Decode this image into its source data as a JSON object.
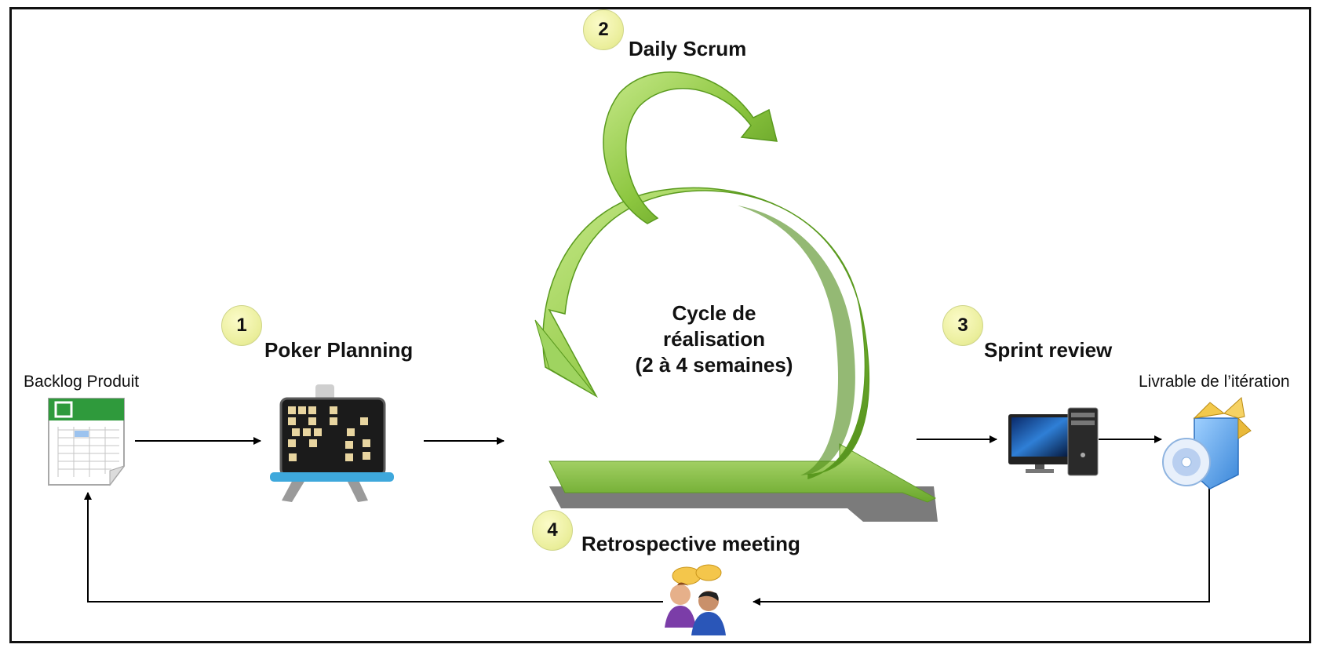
{
  "steps": [
    {
      "number": "1",
      "label": "Poker Planning"
    },
    {
      "number": "2",
      "label": "Daily Scrum"
    },
    {
      "number": "3",
      "label": "Sprint review"
    },
    {
      "number": "4",
      "label": "Retrospective meeting"
    }
  ],
  "cycle": {
    "line1": "Cycle de",
    "line2": "réalisation",
    "line3": "(2 à 4 semaines)"
  },
  "artifacts": {
    "backlog": "Backlog Produit",
    "deliverable": "Livrable de l’itération"
  },
  "icons": [
    "spreadsheet-icon",
    "planning-board-icon",
    "computer-icon",
    "package-cd-icon",
    "people-chat-icon"
  ],
  "colors": {
    "arrow_green": "#8cc63f",
    "arrow_dark_green": "#5a9a1e",
    "badge": "#eaee9a",
    "shadow": "#777777"
  }
}
